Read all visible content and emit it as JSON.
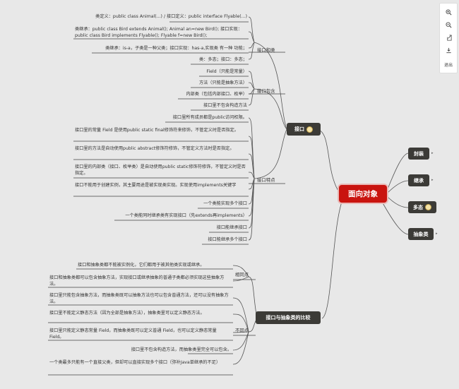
{
  "root": {
    "title": "面向对象"
  },
  "branches": {
    "interface": {
      "label": "接口"
    },
    "encapsulation": {
      "label": "封装"
    },
    "inheritance": {
      "label": "继承"
    },
    "polymorphism": {
      "label": "多态"
    },
    "abstract": {
      "label": "抽象类"
    },
    "compare": {
      "label": "接口与抽象类的比较"
    }
  },
  "interface_groups": {
    "a": "接口和类",
    "b": "接口包含",
    "c": "接口特点"
  },
  "group_a_items": [
    "类定义：public class Animal(...) / 接口定义：public interface Flyable(...)",
    "类继承：public class Bird extends Animal(); Animal an=new Bird(); 接口实现：public class Bird implements Flyable(); Flyable f=new Bird();",
    "类继承：is-a，子类是一种父类；接口实现：has-a,实现类 有一种 功能；",
    "类：多态；接口：多态；"
  ],
  "group_b_items": [
    "Field（只能是常量）",
    "方法（只能是抽象方法）",
    "内部类（包括内部接口、枚举）",
    "接口里不包含构造方法"
  ],
  "group_c_items": [
    "接口里所有成员都是public访问权限。",
    "接口里的常量 Field 是使用public static final修饰符来修饰，不管定义时是否指定。",
    "接口里的方法是自动使用public abstract修饰符修饰，不管定义方法时是否指定。",
    "接口里的内部类（接口、枚举类）是自动使用public static修饰符修饰，不管定义时是否指定。",
    "接口不能用于创建实例，其主要用途是被实现类实现。实现使用implements关键字",
    "一个类能实现多个接口",
    "一个类能同时继承类有实现接口（先extends再implements）",
    "接口能继承接口",
    "接口能继承多个接口"
  ],
  "compare_groups": {
    "same": "相同点",
    "diff": "不同点"
  },
  "compare_same_items": [
    "接口和抽象类都不能被实例化，它们都用于被其他类实现或继承。",
    "接口和抽象类都可以包含抽象方法，实现接口或继承抽象的普通子类都必须实现这些抽象方法。"
  ],
  "compare_diff_items": [
    "接口里只能包含抽象方法，而抽象类既可以抽象方法也可以包含普通方法，还可以没有抽象方法。",
    "接口里不能定义静态方法（因为全部是抽象方法），抽象类里可以定义静态方法。",
    "接口里只能定义静态常量 Field，而抽象类既可以定义普通 Field，也可以定义静态常量 Field。",
    "接口里不包含构造方法，而抽象类里完全可以包含。",
    "一个类最多只能有一个直接父类，但却可以直接实现多个接口（弥补Java单继承的不足）"
  ],
  "toolbar": {
    "zoom_in_icon": "zoom-in-icon",
    "zoom_out_icon": "zoom-out-icon",
    "share_icon": "share-icon",
    "download_icon": "download-icon",
    "exit_label": "退出"
  }
}
